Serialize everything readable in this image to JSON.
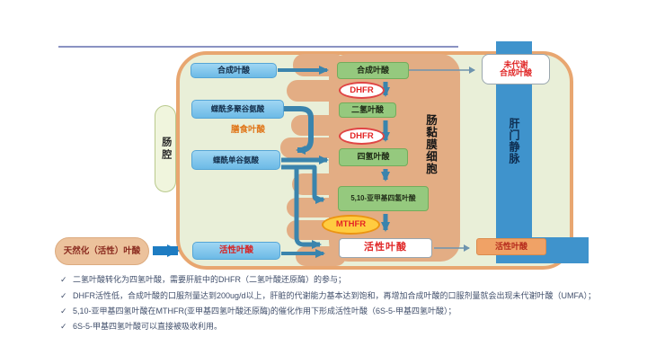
{
  "diagram": {
    "lumen_label": "肠腔",
    "cell_label": "肠黏膜细胞",
    "vein_label": "肝门静脉",
    "diet_label": "膳食叶酸",
    "natural_pill_label": "天然化（活性）叶酸",
    "lumen_boxes": {
      "synthetic": "合成叶酸",
      "polyglutamate": "蝶酰多聚谷氨酸",
      "monoglutamate": "蝶酰单谷氨酸",
      "active": "活性叶酸"
    },
    "cell_boxes": {
      "synthetic": "合成叶酸",
      "dihydrofolate": "二氢叶酸",
      "tetrahydrofolate": "四氢叶酸",
      "methylene_thf": "5,10-亚甲基四氢叶酸",
      "active": "活性叶酸"
    },
    "enzymes": {
      "dhfr_top": "DHFR",
      "dhfr_mid": "DHFR",
      "mthfr": "MTHFR"
    },
    "outputs": {
      "umfa_line1": "未代谢",
      "umfa_line2": "合成叶酸",
      "active": "活性叶酸"
    }
  },
  "notes": {
    "marker": "✓",
    "line1": "二氢叶酸转化为四氢叶酸，需要肝脏中的DHFR（二氢叶酸还原酶）的参与；",
    "line2": "DHFR活性低，合成叶酸的口服剂量达到200ug/d以上，肝脏的代谢能力基本达到饱和，再增加合成叶酸的口服剂量就会出现未代谢叶酸（UMFA）；",
    "line3": "5,10-亚甲基四氢叶酸在MTHFR(亚甲基四氢叶酸还原酶)的催化作用下形成活性叶酸（6S-5-甲基四氢叶酸）；",
    "line4": "6S-5-甲基四氢叶酸可以直接被吸收利用。"
  },
  "colors": {
    "cell_fill": "#e3ad84",
    "vein_blue": "#3f93cc",
    "arrow_teal": "#3a84ad",
    "arrow_big_blue": "#1e7cc2",
    "lumen_bg": "#e9efd8",
    "border_orange": "#e8a670"
  }
}
